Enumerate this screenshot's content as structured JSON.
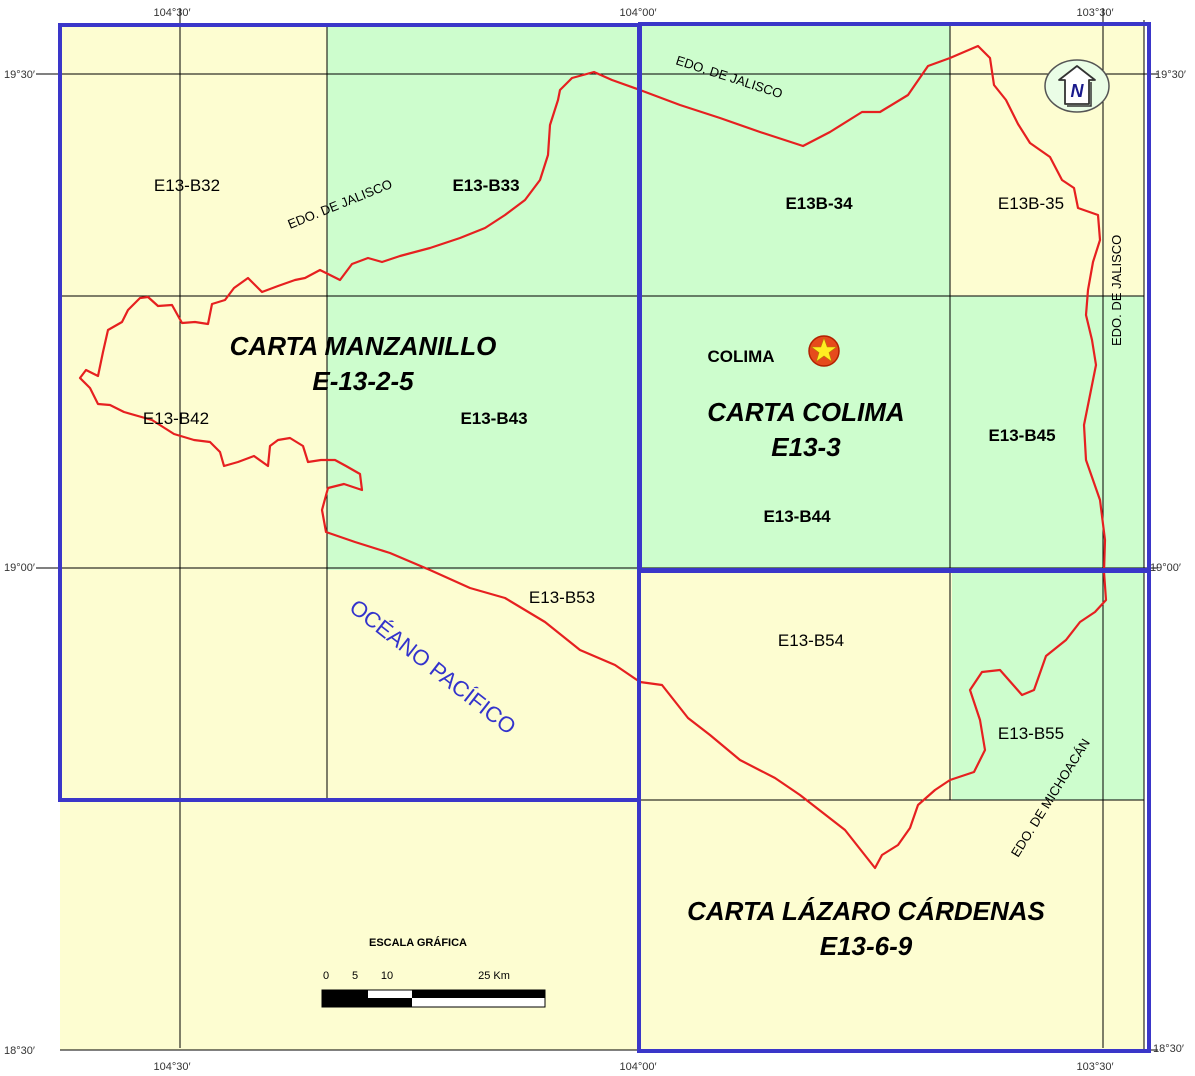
{
  "colors": {
    "yellow_zone": "#fdfdd1",
    "green_zone": "#cdfdcd",
    "boundary": "#e62020",
    "sheet_border": "#3a36c9",
    "ocean_label": "#3333cc"
  },
  "coords": {
    "top_left": "104°30′",
    "top_mid": "104°00′",
    "top_right": "103°30′",
    "bottom_left": "104°30′",
    "bottom_mid": "104°00′",
    "bottom_right": "103°30′",
    "left_1930": "19°30′",
    "left_1900": "19°00′",
    "left_1830": "18°30′",
    "right_1930": "19°30′",
    "right_1900": "19°00′",
    "right_1830": "18°30′"
  },
  "cells": {
    "b32": "E13-B32",
    "b33": "E13-B33",
    "b34": "E13B-34",
    "b35": "E13B-35",
    "b42": "E13-B42",
    "b43": "E13-B43",
    "b44": "E13-B44",
    "b45": "E13-B45",
    "b53": "E13-B53",
    "b54": "E13-B54",
    "b55": "E13-B55"
  },
  "charts": {
    "manzanillo_title": "CARTA  MANZANILLO",
    "manzanillo_code": "E-13-2-5",
    "colima_title": "CARTA  COLIMA",
    "colima_code": "E13-3",
    "lazaro_title": "CARTA  LÁZARO CÁRDENAS",
    "lazaro_code": "E13-6-9"
  },
  "labels": {
    "jalisco_top": "EDO. DE JALISCO",
    "jalisco_left": "EDO. DE JALISCO",
    "jalisco_right": "EDO. DE JALISCO",
    "michoacan": "EDO. DE MICHOACÁN",
    "ocean": "OCÉANO PACÍFICO",
    "capital": "COLIMA"
  },
  "north_arrow": {
    "letter": "N",
    "icon": "north-arrow-icon"
  },
  "scale": {
    "title": "ESCALA GRÁFICA",
    "t0": "0",
    "t5": "5",
    "t10": "10",
    "t25": "25 Km"
  }
}
